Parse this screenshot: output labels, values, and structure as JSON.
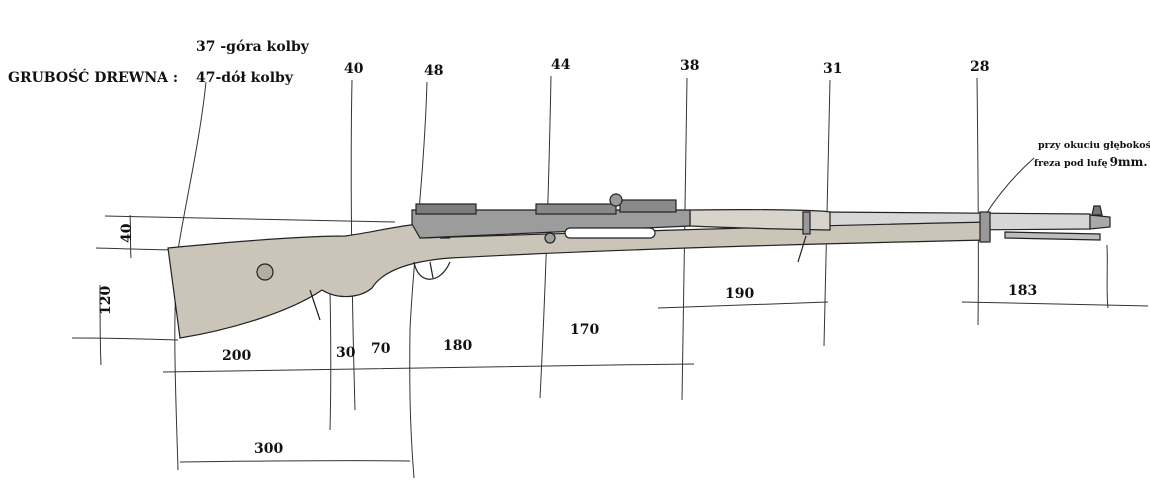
{
  "header": {
    "label": "GRUBOŚĆ DREWNA  :",
    "line_top": "37 -góra kolby",
    "line_bottom": "47-dół kolby"
  },
  "thickness_marks": [
    "40",
    "48",
    "44",
    "38",
    "31",
    "28"
  ],
  "note": {
    "line1": "przy okuciu głębokość",
    "line2_prefix": "freza pod lufę",
    "line2_value": "9mm."
  },
  "dimensions": {
    "butt_upper": "40",
    "butt_height": "120",
    "butt_length": "200",
    "grip_a": "30",
    "grip_b": "70",
    "action": "180",
    "forend": "170",
    "fore_mid": "190",
    "muzzle": "183",
    "overall_rear": "300"
  },
  "colors": {
    "ink": "#222222",
    "wood": "#c9c2b6",
    "metal": "#9a9a9a",
    "background": "#ffffff"
  }
}
